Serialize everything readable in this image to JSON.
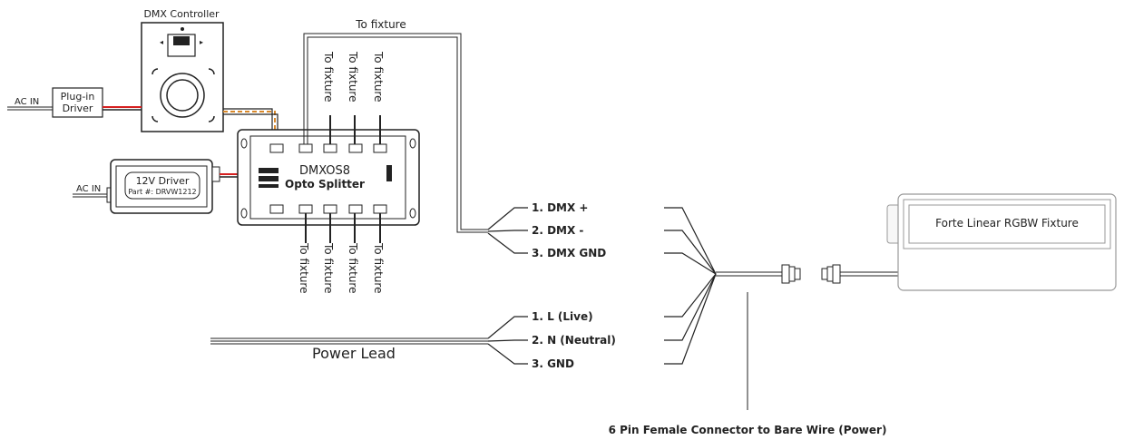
{
  "labels": {
    "dmx_controller": "DMX Controller",
    "to_fixture_top": "To fixture",
    "to_fixture": "To fixture",
    "ac_in_1": "AC IN",
    "ac_in_2": "AC IN",
    "plugin_driver_line1": "Plug-in",
    "plugin_driver_line2": "Driver",
    "driver_12v_name": "12V Driver",
    "driver_12v_part": "Part #: DRVW1212",
    "splitter_model": "DMXOS8",
    "splitter_name": "Opto Splitter",
    "dmx_plus": "1. DMX +",
    "dmx_minus": "2. DMX -",
    "dmx_gnd": "3. DMX GND",
    "live": "1. L (Live)",
    "neutral": "2. N (Neutral)",
    "gnd": "3. GND",
    "power_lead": "Power Lead",
    "fixture_name": "Forte Linear RGBW Fixture",
    "connector_caption": "6 Pin Female Connector to Bare Wire (Power)"
  },
  "colors": {
    "line": "#222222",
    "live_wire": "#d62020",
    "data_wire": "#d9892b",
    "box_fill": "#f7f7f7"
  }
}
